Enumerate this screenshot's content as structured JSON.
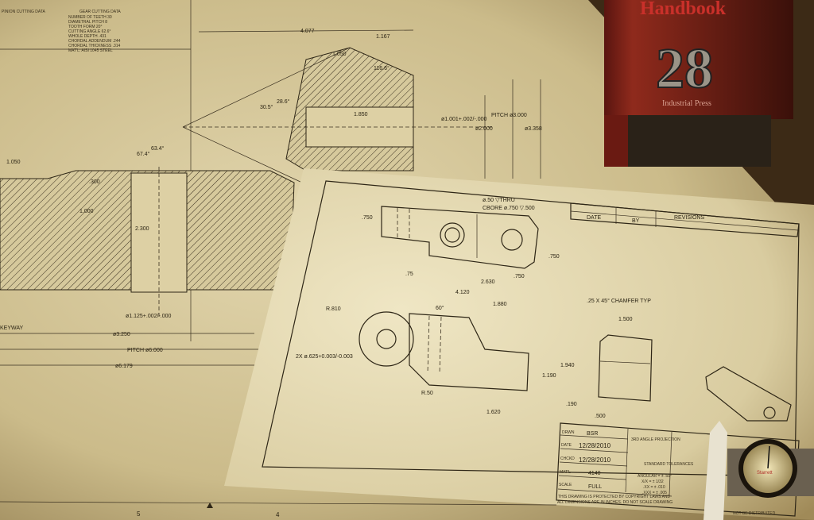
{
  "book": {
    "title": "Handbook",
    "edition": "28",
    "publisher": "Industrial Press"
  },
  "gear_drawing": {
    "cutting_data_left_title": "PINION CUTTING DATA",
    "cutting_data_right_title": "GEAR CUTTING DATA",
    "cutting_data_right": [
      "NUMBER OF TEETH 30",
      "DIAMETRAL PITCH 8",
      "TOOTH FORM 20°",
      "CUTTING ANGLE 62.6°",
      "WHOLE DEPTH .431",
      "CHORDAL ADDENDUM .244",
      "CHORDAL THICKNESS .314",
      "MAT'L: AISI 1045 STEEL"
    ],
    "dims": [
      "4.077",
      "1.167",
      "1.050",
      "116.6°",
      "28.6°",
      "30.5°",
      "1.850",
      "ø1.001+.002/-.000",
      "ø2.000",
      "PITCH ø3.000",
      "ø3.358",
      "63.4°",
      "67.4°",
      "1.050",
      ".300",
      "1.000",
      "2.300",
      "ø1.125+.002/-.000",
      "ø3.250",
      "PITCH ø6.000",
      "ø6.179",
      "KEYWAY"
    ]
  },
  "part_drawing": {
    "cbore_note_1": "ø.50 ▽THRU",
    "cbore_note_2": "CBORE ø.750 ▽.500",
    "dims": [
      ".750",
      ".750",
      ".75",
      "2.630",
      ".750",
      "4.120",
      "60°",
      "1.880",
      "R.810",
      "2X ø.625+0.003/-0.003",
      "R.50",
      "1.940",
      "1.190",
      ".190",
      "1.620",
      ".500",
      "1.500"
    ],
    "chamfer_note": ".25 X 45° CHAMFER TYP",
    "revisions": {
      "title": "REVISIONS",
      "date": "DATE",
      "by": "BY"
    },
    "title_block": {
      "drawn_label": "DRWN",
      "drawn": "BSR",
      "date_label": "DATE",
      "date": "12/28/2010",
      "checked_label": "CHCKD",
      "checked": "12/28/2010",
      "material_label": "MAT'L",
      "material": "4140",
      "scale_label": "SCALE",
      "scale": "FULL",
      "projection": "3RD ANGLE PROJECTION",
      "tolerances_title": "STANDARD TOLERANCES",
      "tolerances": [
        "ANGULAR = ± .50°",
        "X/X = ± 1/32",
        ".XX = ± .010",
        ".XXX = ± .005"
      ],
      "copyright_1": "THIS DRAWING IS PROTECTED BY COPYRIGHT LAWS AND",
      "copyright_2": "ALL DIMENSIONS ARE IN INCHES. DO NOT SCALE DRAWING",
      "distribution": "NOT BE DISTRIBUTED"
    }
  },
  "ruler": {
    "marks": [
      "5",
      "4"
    ]
  },
  "caliper": {
    "brand": "Starrett"
  }
}
